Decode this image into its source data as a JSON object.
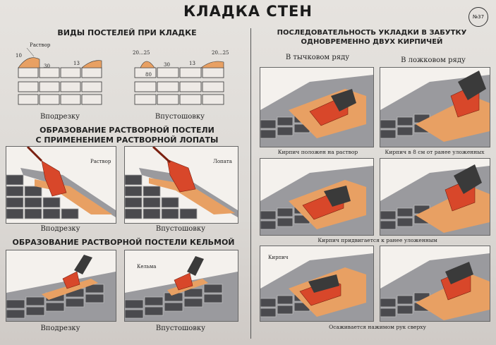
{
  "title": "КЛАДКА СТЕН",
  "badge": "№37",
  "left": {
    "section1": {
      "heading": "ВИДЫ ПОСТЕЛЕЙ ПРИ КЛАДКЕ",
      "diagram1": {
        "label_mortar": "Раствор",
        "dim_a": "10",
        "dim_b": "30",
        "dim_c": "13",
        "caption": "Вподрезку"
      },
      "diagram2": {
        "dim_a": "20...25",
        "dim_b": "30",
        "dim_c": "80",
        "dim_d": "13",
        "dim_e": "20...25",
        "caption": "Впустошовку"
      }
    },
    "section2": {
      "heading_line1": "ОБРАЗОВАНИЕ РАСТВОРНОЙ ПОСТЕЛИ",
      "heading_line2": "С ПРИМЕНЕНИЕМ РАСТВОРНОЙ ЛОПАТЫ",
      "panel1": {
        "label": "Раствор",
        "caption": "Вподрезку"
      },
      "panel2": {
        "label": "Лопата",
        "caption": "Впустошовку"
      }
    },
    "section3": {
      "heading": "ОБРАЗОВАНИЕ РАСТВОРНОЙ ПОСТЕЛИ КЕЛЬМОЙ",
      "panel1": {
        "caption": "Вподрезку"
      },
      "panel2": {
        "label": "Кельма",
        "caption": "Впустошовку"
      }
    }
  },
  "right": {
    "heading_line1": "ПОСЛЕДОВАТЕЛЬНОСТЬ УКЛАДКИ В ЗАБУТКУ",
    "heading_line2": "ОДНОВРЕМЕННО ДВУХ КИРПИЧЕЙ",
    "col1": "В тычковом ряду",
    "col2": "В ложковом ряду",
    "row1_caption_left": "Кирпич положен на раствор",
    "row1_caption_right": "Кирпич в 8 см от ранее уложенных",
    "row2_caption": "Кирпич придвигается к ранее уложенным",
    "row3_label": "Кирпич",
    "row3_caption": "Осаживается нажимом рук сверху"
  },
  "colors": {
    "brick": "#d8472a",
    "mortar": "#e8a063",
    "block": "#4a4a4e",
    "block_light": "#9a9a9e",
    "hand": "#3a3a3a"
  }
}
